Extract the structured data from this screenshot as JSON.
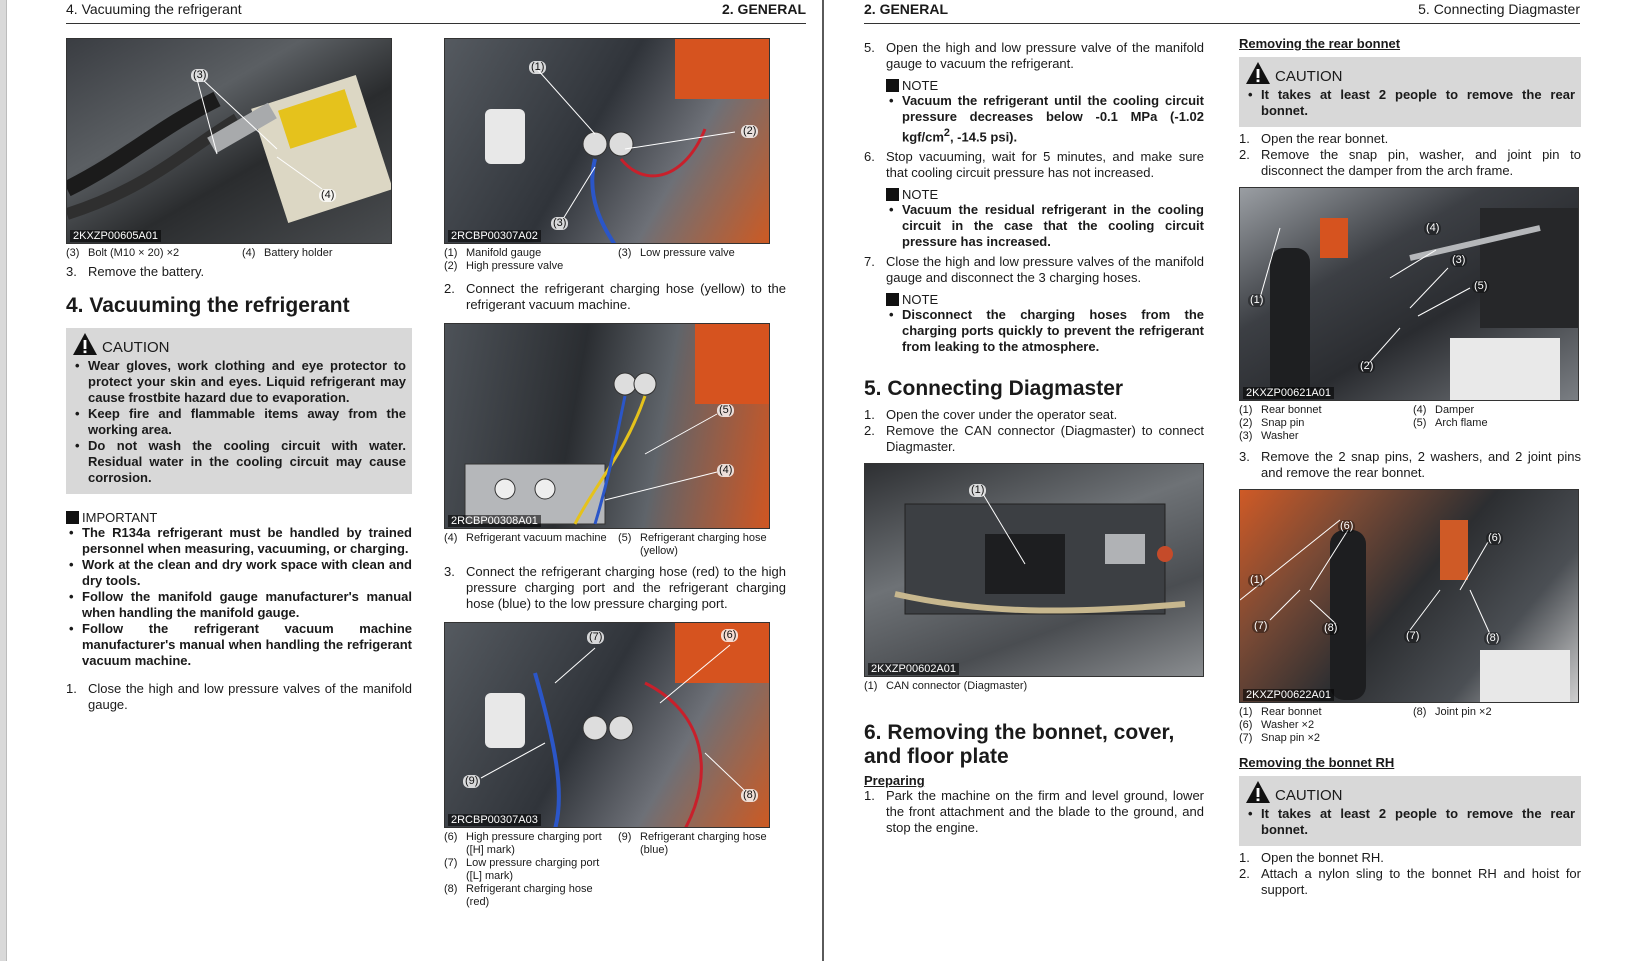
{
  "left_page": {
    "header": {
      "left": "4. Vacuuming the refrigerant",
      "right": "2. GENERAL"
    },
    "col1": {
      "fig1": {
        "code": "2KXZP00605A01",
        "callouts": [
          "(3)",
          "(4)"
        ],
        "captions": [
          {
            "n": "(3)",
            "t": "Bolt (M10 × 20) ×2"
          },
          {
            "n": "(4)",
            "t": "Battery holder"
          }
        ]
      },
      "step3": {
        "n": "3.",
        "t": "Remove the battery."
      },
      "section_title": "4. Vacuuming the refrigerant",
      "caution": {
        "title": "CAUTION",
        "items": [
          "Wear gloves, work clothing and eye protector to protect your skin and eyes. Liquid refrigerant may cause frostbite hazard due to evaporation.",
          "Keep fire and flammable items away from the working area.",
          "Do not wash the cooling circuit with water. Residual water in the cooling circuit may cause corrosion."
        ]
      },
      "important": {
        "title": "IMPORTANT",
        "items": [
          "The R134a refrigerant must be handled by trained personnel when measuring, vacuuming, or charging.",
          "Work at the clean and dry work space with clean and dry tools.",
          "Follow the manifold gauge manufacturer's manual when handling the manifold gauge.",
          "Follow the refrigerant vacuum machine manufacturer's manual when handling the refrigerant vacuum machine."
        ]
      },
      "step1": {
        "n": "1.",
        "t": "Close the high and low pressure valves of the manifold gauge."
      }
    },
    "col2": {
      "fig2": {
        "code": "2RCBP00307A02",
        "callouts": [
          "(1)",
          "(2)",
          "(3)"
        ],
        "captions": [
          {
            "n": "(1)",
            "t": "Manifold gauge"
          },
          {
            "n": "(3)",
            "t": "Low pressure valve"
          },
          {
            "n": "(2)",
            "t": "High pressure valve"
          }
        ]
      },
      "step2": {
        "n": "2.",
        "t": "Connect the refrigerant charging hose (yellow) to the refrigerant vacuum machine."
      },
      "fig3": {
        "code": "2RCBP00308A01",
        "callouts": [
          "(5)",
          "(4)"
        ],
        "captions": [
          {
            "n": "(4)",
            "t": "Refrigerant vacuum machine"
          },
          {
            "n": "(5)",
            "t": "Refrigerant charging hose (yellow)"
          }
        ]
      },
      "step3": {
        "n": "3.",
        "t": "Connect the refrigerant charging hose (red) to the high pressure charging port and the refrigerant charging hose (blue) to the low pressure charging port."
      },
      "fig4": {
        "code": "2RCBP00307A03",
        "callouts": [
          "(7)",
          "(6)",
          "(9)",
          "(8)"
        ],
        "captions": [
          {
            "n": "(6)",
            "t": "High pressure charging port ([H] mark)"
          },
          {
            "n": "(9)",
            "t": "Refrigerant charging hose (blue)"
          },
          {
            "n": "(7)",
            "t": "Low pressure charging port ([L] mark)"
          },
          {
            "n": "",
            "t": ""
          },
          {
            "n": "(8)",
            "t": "Refrigerant charging hose (red)"
          }
        ]
      }
    }
  },
  "right_page": {
    "header": {
      "left": "2. GENERAL",
      "right": "5. Connecting Diagmaster"
    },
    "col1": {
      "step5": {
        "n": "5.",
        "t": "Open the high and low pressure valve of the manifold gauge to vacuum the refrigerant."
      },
      "note1": {
        "title": "NOTE",
        "item_a": "Vacuum the refrigerant until the cooling circuit pressure decreases below -0.1 MPa (-1.02 kgf/cm",
        "item_sup": "2",
        "item_b": ", -14.5 psi)."
      },
      "step6": {
        "n": "6.",
        "t": "Stop vacuuming, wait for 5 minutes, and make sure that cooling circuit pressure has not increased."
      },
      "note2": {
        "title": "NOTE",
        "item": "Vacuum the residual refrigerant in the cooling circuit in the case that the cooling circuit pressure has increased."
      },
      "step7": {
        "n": "7.",
        "t": "Close the high and low pressure valves of the manifold gauge and disconnect the 3 charging hoses."
      },
      "note3": {
        "title": "NOTE",
        "item": "Disconnect the charging hoses from the charging ports quickly to prevent the refrigerant from leaking to the atmosphere."
      },
      "section5_title": "5. Connecting Diagmaster",
      "s5_step1": {
        "n": "1.",
        "t": "Open the cover under the operator seat."
      },
      "s5_step2": {
        "n": "2.",
        "t": "Remove the CAN connector (Diagmaster) to connect Diagmaster."
      },
      "fig5": {
        "code": "2KXZP00602A01",
        "callouts": [
          "(1)"
        ],
        "captions": [
          {
            "n": "(1)",
            "t": "CAN connector (Diagmaster)"
          }
        ]
      },
      "section6_title_l1": "6. Removing the bonnet, cover,",
      "section6_title_l2": "and floor plate",
      "preparing": "Preparing",
      "prep_step1": {
        "n": "1.",
        "t": "Park the machine on the firm and level ground, lower the front attachment and the blade to the ground, and stop the engine."
      }
    },
    "col2": {
      "rear_title": "Removing the rear bonnet",
      "caution1": {
        "title": "CAUTION",
        "item": "It takes at least 2 people to remove the rear bonnet."
      },
      "step1": {
        "n": "1.",
        "t": "Open the rear bonnet."
      },
      "step2": {
        "n": "2.",
        "t": "Remove the snap pin, washer, and joint pin to disconnect the damper from the arch frame."
      },
      "fig6": {
        "code": "2KXZP00621A01",
        "callouts": [
          "(4)",
          "(3)",
          "(5)",
          "(1)",
          "(2)"
        ],
        "captions": [
          {
            "n": "(1)",
            "t": "Rear bonnet"
          },
          {
            "n": "(4)",
            "t": "Damper"
          },
          {
            "n": "(2)",
            "t": "Snap pin"
          },
          {
            "n": "(5)",
            "t": "Arch flame"
          },
          {
            "n": "(3)",
            "t": "Washer"
          }
        ]
      },
      "step3": {
        "n": "3.",
        "t": "Remove the 2 snap pins, 2 washers, and 2 joint pins and remove the rear bonnet."
      },
      "fig7": {
        "code": "2KXZP00622A01",
        "callouts": [
          "(6)",
          "(6)",
          "(1)",
          "(7)",
          "(8)",
          "(7)",
          "(8)"
        ],
        "captions": [
          {
            "n": "(1)",
            "t": "Rear bonnet"
          },
          {
            "n": "(8)",
            "t": "Joint pin ×2"
          },
          {
            "n": "(6)",
            "t": "Washer ×2"
          },
          {
            "n": "",
            "t": ""
          },
          {
            "n": "(7)",
            "t": "Snap pin ×2"
          }
        ]
      },
      "rh_title": "Removing the bonnet RH",
      "caution2": {
        "title": "CAUTION",
        "item": "It takes at least 2 people to remove the rear bonnet."
      },
      "rh_step1": {
        "n": "1.",
        "t": "Open the bonnet RH."
      },
      "rh_step2": {
        "n": "2.",
        "t": "Attach a nylon sling to the bonnet RH and hoist for support."
      }
    }
  }
}
